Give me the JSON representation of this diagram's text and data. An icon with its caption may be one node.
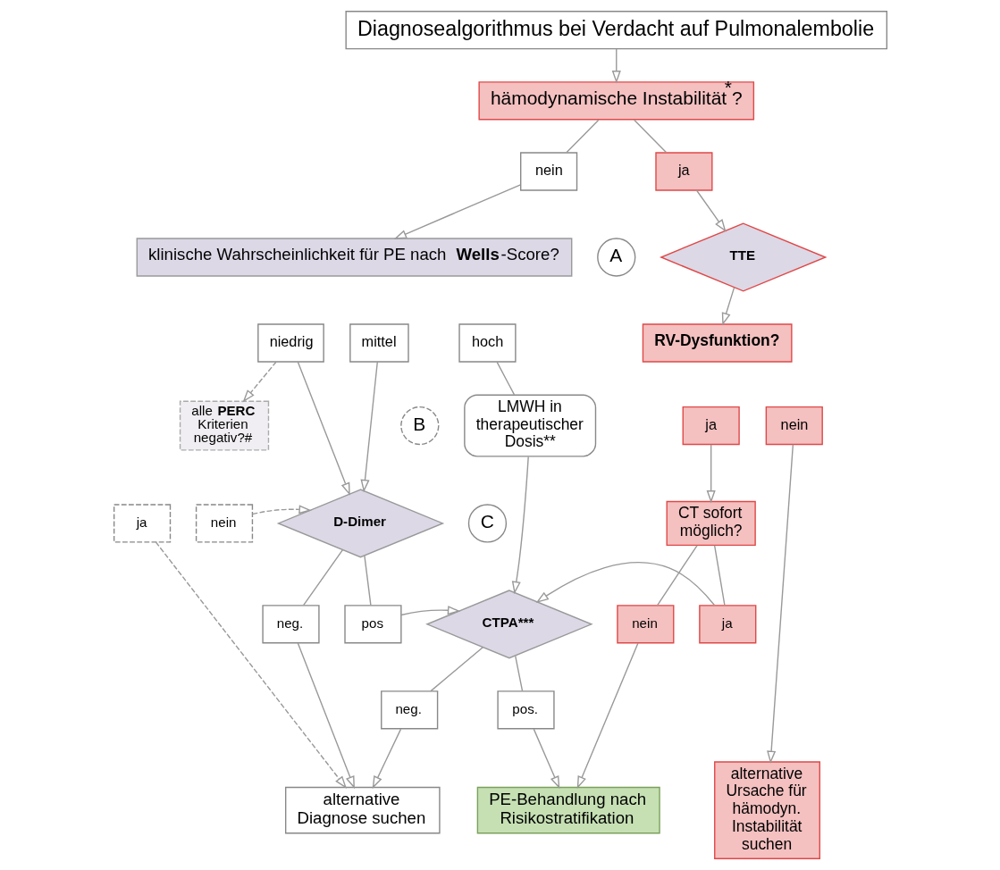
{
  "diagram": {
    "nodes": [
      {
        "text": [
          "Diagnosealgorithmus bei Verdacht auf Pulmonalembolie"
        ]
      },
      {
        "text": [
          "hämodynamische Instabilität$^{*}$?"
        ]
      },
      {
        "text": [
          "nein"
        ]
      },
      {
        "text": [
          "ja"
        ]
      },
      {
        "text": [
          "klinische Wahrscheinlichkeit für PE nach **Wells**-Score?"
        ]
      },
      {
        "text": [
          "A"
        ]
      },
      {
        "text": [
          "TTE"
        ]
      },
      {
        "text": [
          "niedrig"
        ]
      },
      {
        "text": [
          "mittel"
        ]
      },
      {
        "text": [
          "hoch"
        ]
      },
      {
        "text": [
          "RV-Dysfunktion?"
        ]
      },
      {
        "text": [
          "alle **PERC** Kriterien negativ?#"
        ]
      },
      {
        "text": [
          "B"
        ]
      },
      {
        "text": [
          "ja"
        ]
      },
      {
        "text": [
          "nein"
        ]
      },
      {
        "text": [
          "LMWH in therapeutischer Dosis**"
        ]
      },
      {
        "text": [
          "ja"
        ]
      },
      {
        "text": [
          "nein"
        ]
      },
      {
        "text": [
          "D-Dimer"
        ]
      },
      {
        "text": [
          "C"
        ]
      },
      {
        "text": [
          "CT sofort möglich?"
        ]
      },
      {
        "text": [
          "neg."
        ]
      },
      {
        "text": [
          "pos"
        ]
      },
      {
        "text": [
          "CTPA***"
        ]
      },
      {
        "text": [
          "ja"
        ]
      },
      {
        "text": [
          "nein"
        ]
      },
      {
        "text": [
          "neg."
        ]
      },
      {
        "text": [
          "pos."
        ]
      },
      {
        "text": [
          "alternative Diagnose suchen"
        ]
      },
      {
        "text": [
          "PE-Behandlung nach Risikostratifikation"
        ]
      },
      {
        "text": [
          "alternative Ursache für hämodyn. Instabilität suchen"
        ]
      }
    ],
    "edges": [
      {
        "from": 0,
        "to": 1,
        "arrow": "to"
      },
      {
        "from": 1,
        "to": 2,
        "arrow": "none"
      },
      {
        "from": 1,
        "to": 3,
        "arrow": "none"
      },
      {
        "from": 2,
        "to": 4,
        "arrow": "to"
      },
      {
        "from": 3,
        "to": 6,
        "arrow": "to"
      },
      {
        "from": 6,
        "to": 10,
        "arrow": "to"
      },
      {
        "from": 7,
        "to": 11,
        "arrow": "to",
        "style": "dashed"
      },
      {
        "from": 7,
        "to": 18,
        "arrow": "to"
      },
      {
        "from": 8,
        "to": 18,
        "arrow": "to"
      },
      {
        "from": 9,
        "to": 15,
        "arrow": "none"
      },
      {
        "from": 13,
        "to": 20,
        "arrow": "to"
      },
      {
        "from": 17,
        "to": 18,
        "arrow": "to",
        "style": "dashed"
      },
      {
        "from": 15,
        "to": 23,
        "arrow": "to"
      },
      {
        "from": 18,
        "to": 21,
        "arrow": "none"
      },
      {
        "from": 18,
        "to": 22,
        "arrow": "none"
      },
      {
        "from": 20,
        "to": 24,
        "arrow": "none"
      },
      {
        "from": 20,
        "to": 25,
        "arrow": "none"
      },
      {
        "from": 22,
        "to": 23,
        "arrow": "to"
      },
      {
        "from": 24,
        "to": 23,
        "arrow": "to"
      },
      {
        "from": 23,
        "to": 26,
        "arrow": "none"
      },
      {
        "from": 23,
        "to": 27,
        "arrow": "none"
      },
      {
        "from": 16,
        "to": 28,
        "arrow": "to",
        "style": "dashed"
      },
      {
        "from": 21,
        "to": 28,
        "arrow": "to"
      },
      {
        "from": 26,
        "to": 28,
        "arrow": "to"
      },
      {
        "from": 27,
        "to": 29,
        "arrow": "to"
      },
      {
        "from": 25,
        "to": 29,
        "arrow": "to"
      },
      {
        "from": 14,
        "to": 30,
        "arrow": "to"
      }
    ]
  }
}
